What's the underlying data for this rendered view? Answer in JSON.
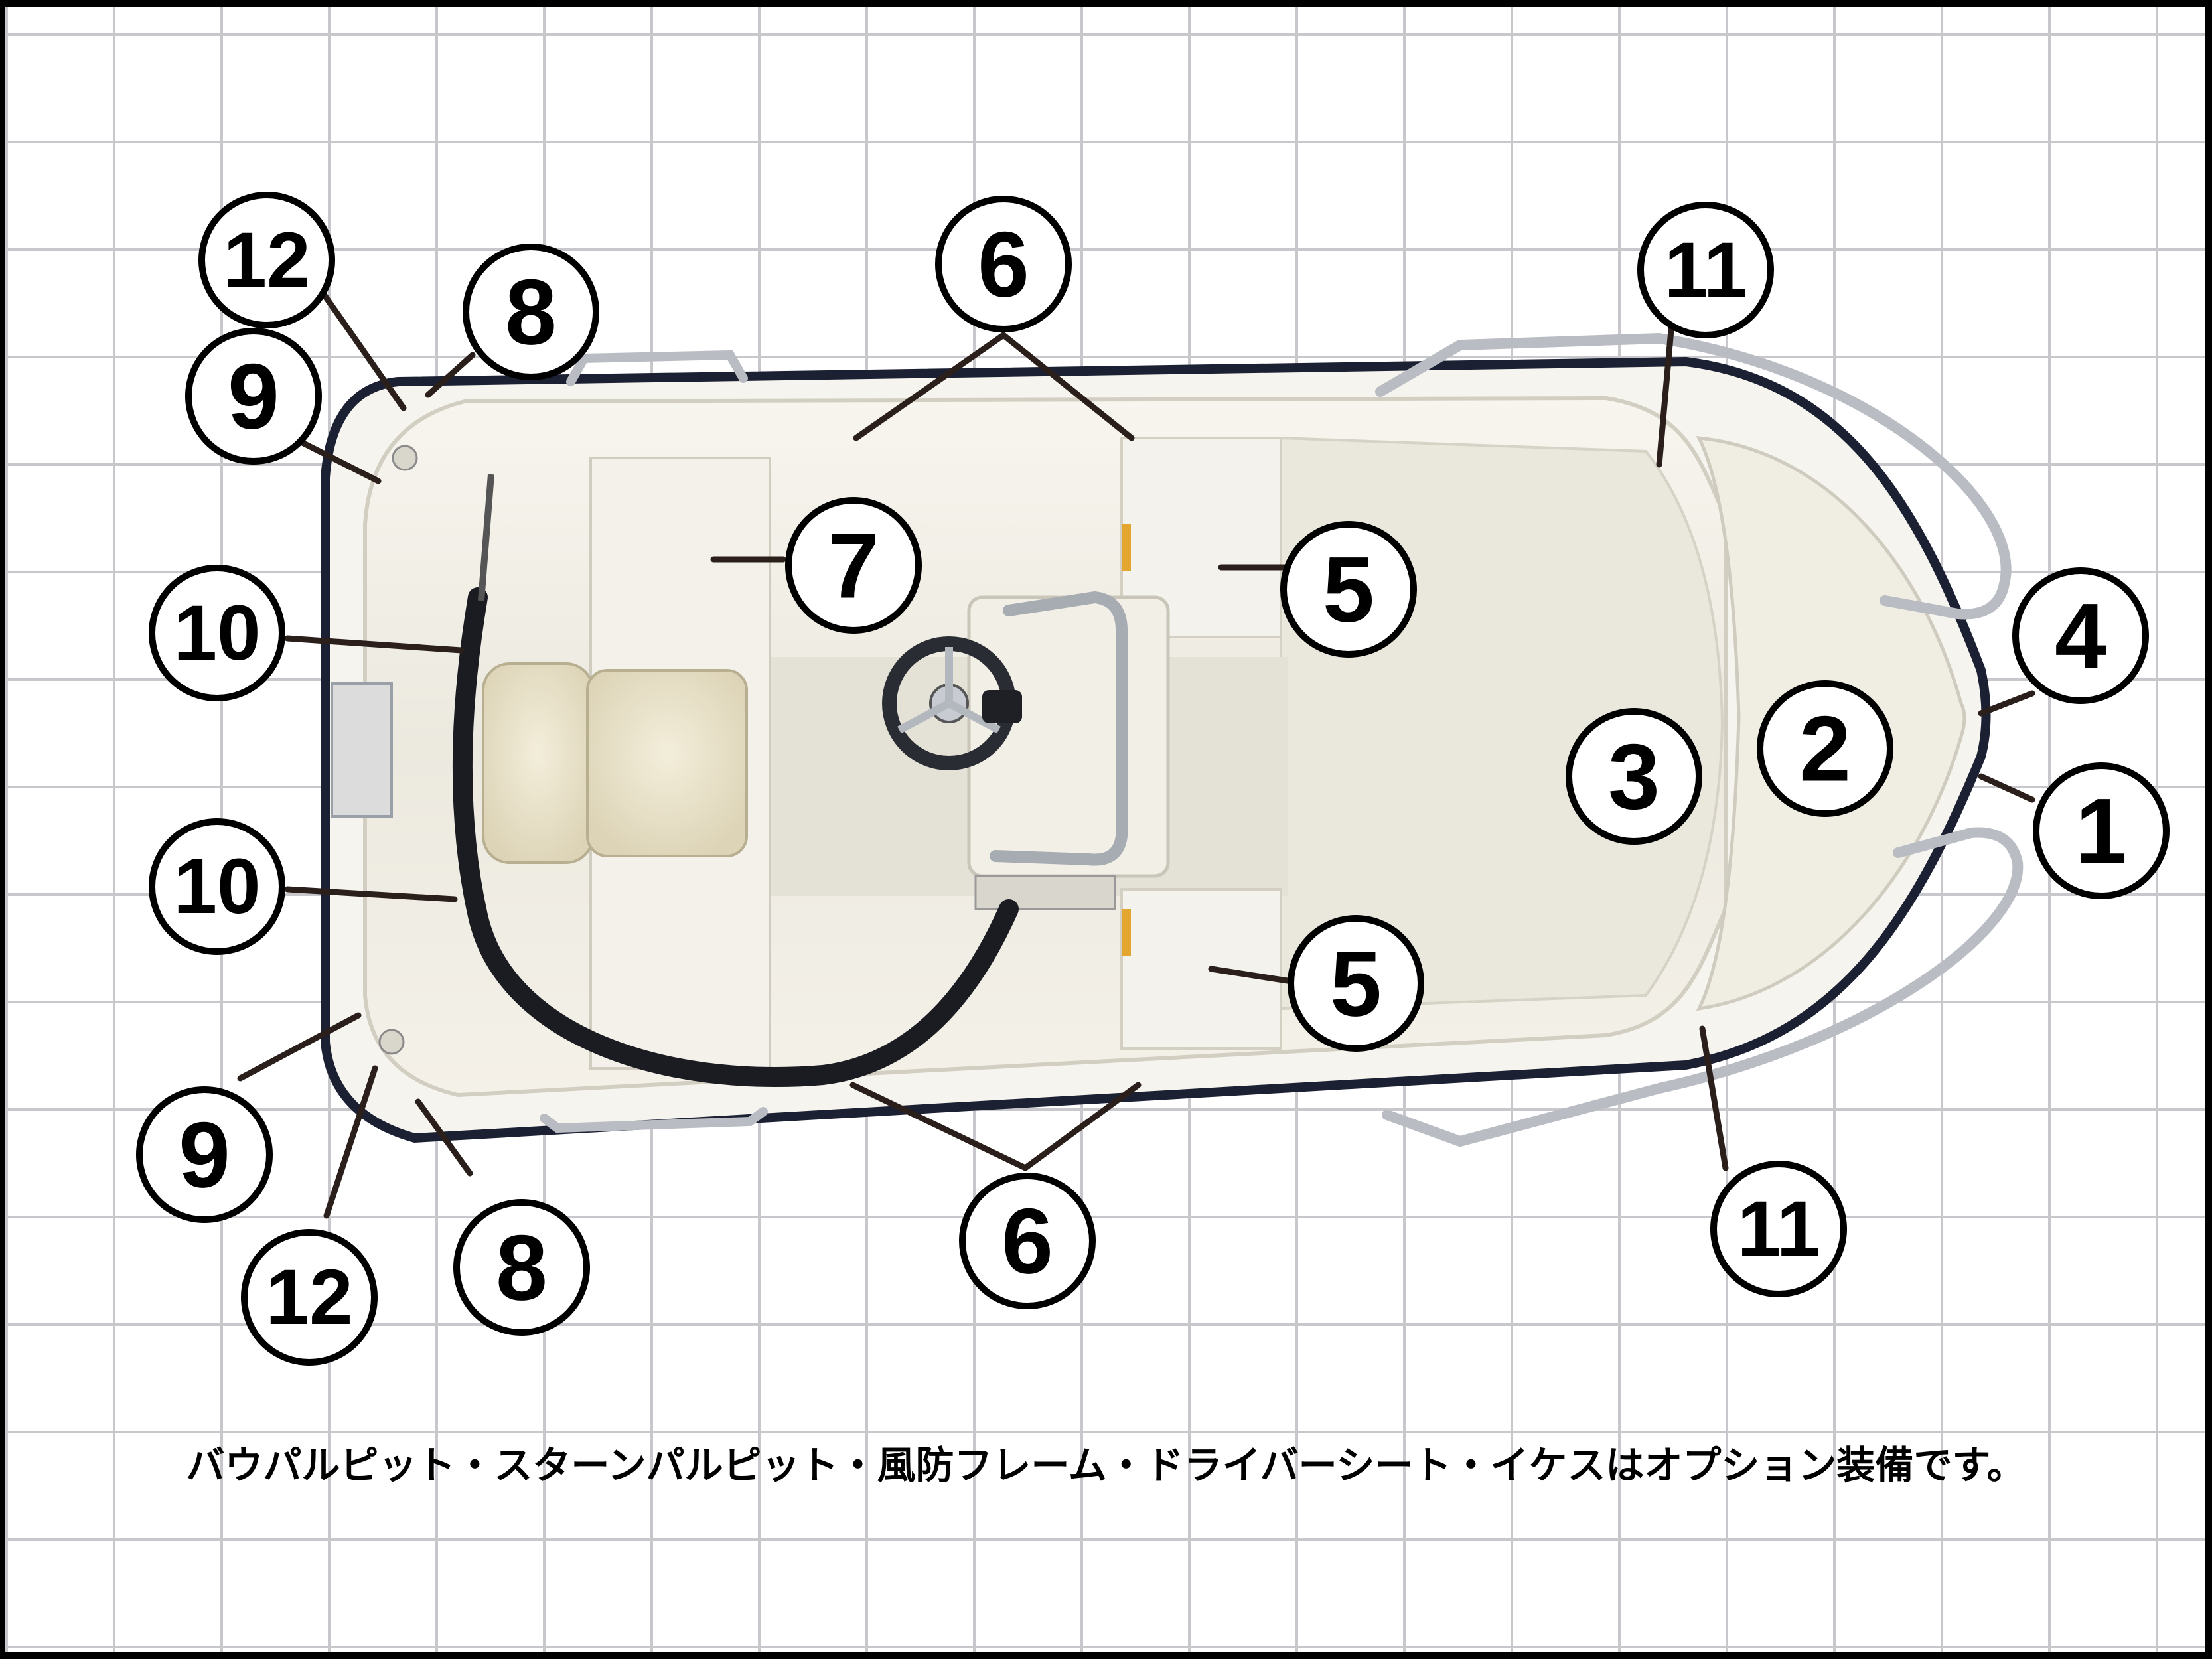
{
  "caption": "バウパルピット・スターンパルピット・風防フレーム・ドライバーシート・イケスはオプション装備です。",
  "callouts": [
    {
      "id": "c1",
      "label": "1"
    },
    {
      "id": "c2",
      "label": "2"
    },
    {
      "id": "c3",
      "label": "3"
    },
    {
      "id": "c4",
      "label": "4"
    },
    {
      "id": "c5a",
      "label": "5"
    },
    {
      "id": "c5b",
      "label": "5"
    },
    {
      "id": "c6a",
      "label": "6"
    },
    {
      "id": "c6b",
      "label": "6"
    },
    {
      "id": "c7",
      "label": "7"
    },
    {
      "id": "c8a",
      "label": "8"
    },
    {
      "id": "c8b",
      "label": "8"
    },
    {
      "id": "c9a",
      "label": "9"
    },
    {
      "id": "c9b",
      "label": "9"
    },
    {
      "id": "c10a",
      "label": "10"
    },
    {
      "id": "c10b",
      "label": "10"
    },
    {
      "id": "c11a",
      "label": "11"
    },
    {
      "id": "c11b",
      "label": "11"
    },
    {
      "id": "c12a",
      "label": "12"
    },
    {
      "id": "c12b",
      "label": "12"
    }
  ],
  "colors": {
    "frame": "#000000",
    "grid_bg": "#ffffff",
    "grid_line": "#c8c8cc",
    "hull_white": "#f3f0e6",
    "hull_edge": "#1c2033",
    "floor": "#e6e3d9",
    "seat": "#ebe4cc",
    "hose": "#1a1c22",
    "rail": "#b9bcc2"
  }
}
